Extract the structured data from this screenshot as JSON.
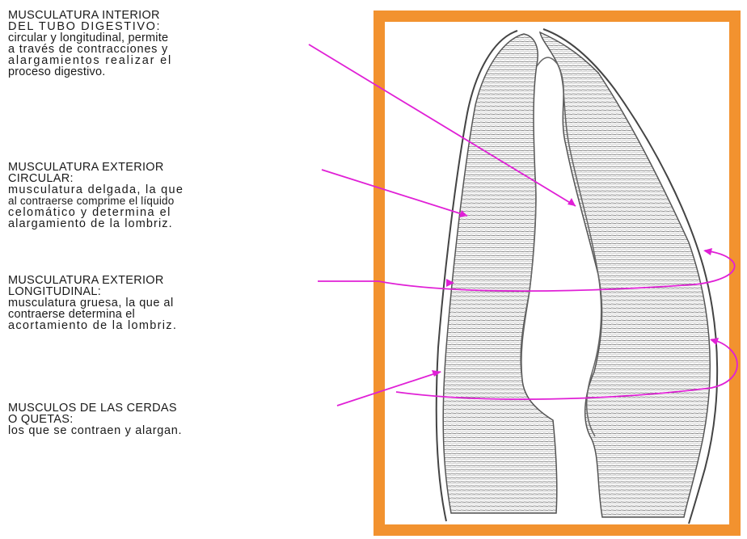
{
  "colors": {
    "frame": "#f2922f",
    "arrow": "#e020d6",
    "tissue": "#8a8a8a"
  },
  "labels": [
    {
      "title_lines": [
        "MUSCULATURA INTERIOR",
        "DEL TUBO DIGESTIVO:"
      ],
      "desc_lines": [
        "circular y longitudinal, permite",
        "a través de contracciones y",
        "alargamientos realizar el",
        "proceso digestivo."
      ]
    },
    {
      "title_lines": [
        "MUSCULATURA EXTERIOR",
        "CIRCULAR:"
      ],
      "desc_lines": [
        "musculatura delgada, la que",
        "al contraerse comprime el líquido",
        "celomático y determina el",
        "alargamiento de la lombriz."
      ]
    },
    {
      "title_lines": [
        "MUSCULATURA EXTERIOR",
        "LONGITUDINAL:"
      ],
      "desc_lines": [
        "musculatura gruesa, la que al",
        "contraerse determina el",
        "acortamiento de la lombriz."
      ]
    },
    {
      "title_lines": [
        "MUSCULOS DE LAS CERDAS",
        "O QUETAS:"
      ],
      "desc_lines": [
        "los que se contraen y alargan."
      ]
    }
  ]
}
